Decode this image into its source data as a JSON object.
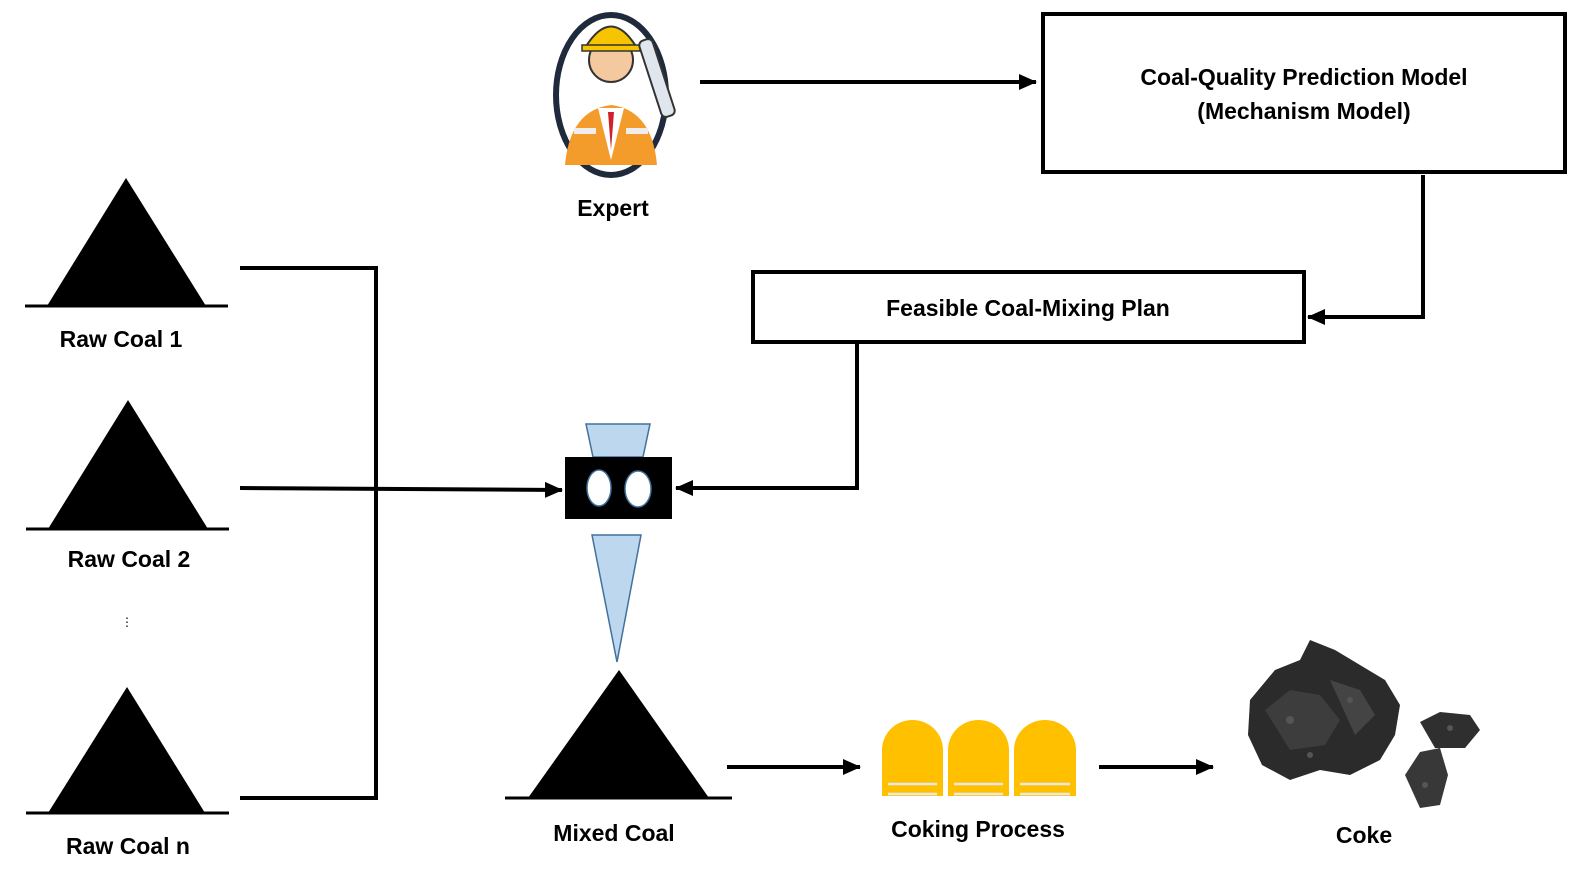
{
  "title": "Coal blending process with expert mechanism model",
  "nodes": {
    "expert": "Expert",
    "model_line1": "Coal-Quality Prediction Model",
    "model_line2": "(Mechanism Model)",
    "plan": "Feasible Coal-Mixing Plan",
    "raw1": "Raw Coal 1",
    "raw2": "Raw Coal 2",
    "ellipsis": "⋮",
    "rawn": "Raw Coal n",
    "mixed": "Mixed Coal",
    "coking": "Coking Process",
    "coke": "Coke"
  },
  "colors": {
    "hopper": "#bdd7ee",
    "hopper_stroke": "#41719c",
    "oven": "#ffc000",
    "oven_line": "#e8e8e8"
  }
}
